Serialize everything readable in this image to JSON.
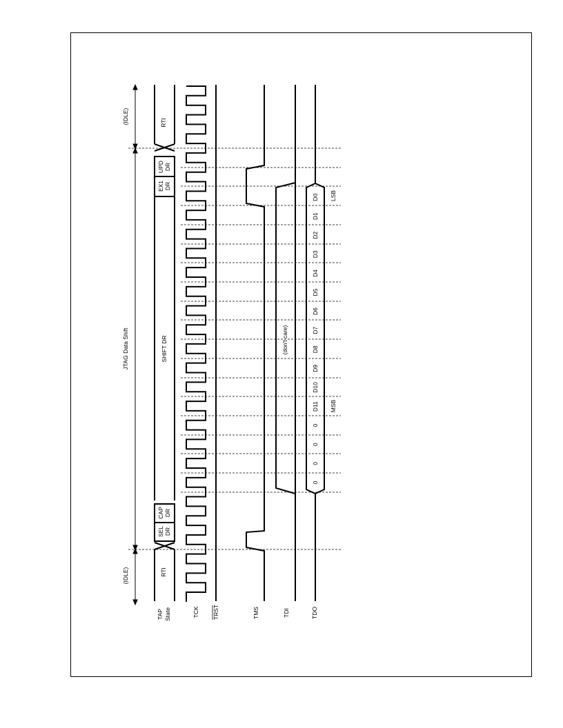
{
  "signals": {
    "tap_state": [
      "TAP",
      "State"
    ],
    "tck": "TCK",
    "trst": "TRST",
    "tms": "TMS",
    "tdi": "TDI",
    "tdo": "TDO"
  },
  "phases": {
    "idle_start": "(IDLE)",
    "data_shift": "JTAG Data Shift",
    "idle_end": "(IDLE)"
  },
  "states": [
    {
      "id": "rti_start",
      "lines": [
        "RTI"
      ]
    },
    {
      "id": "sel_dr",
      "lines": [
        "SEL",
        "DR"
      ]
    },
    {
      "id": "cap_dr",
      "lines": [
        "CAP",
        "DR"
      ]
    },
    {
      "id": "shift_dr",
      "lines": [
        "SHIFT DR"
      ]
    },
    {
      "id": "ex1_dr",
      "lines": [
        "EX1",
        "DR"
      ]
    },
    {
      "id": "upd_dr",
      "lines": [
        "UPD",
        "DR"
      ]
    },
    {
      "id": "rti_end",
      "lines": [
        "RTI"
      ]
    }
  ],
  "tdi_label": "(don't care)",
  "tdo_bits": [
    "0",
    "0",
    "0",
    "0",
    "D11",
    "D10",
    "D9",
    "D8",
    "D7",
    "D6",
    "D5",
    "D4",
    "D3",
    "D2",
    "D1",
    "D0"
  ],
  "msb_label": "MSB",
  "lsb_label": "LSB"
}
